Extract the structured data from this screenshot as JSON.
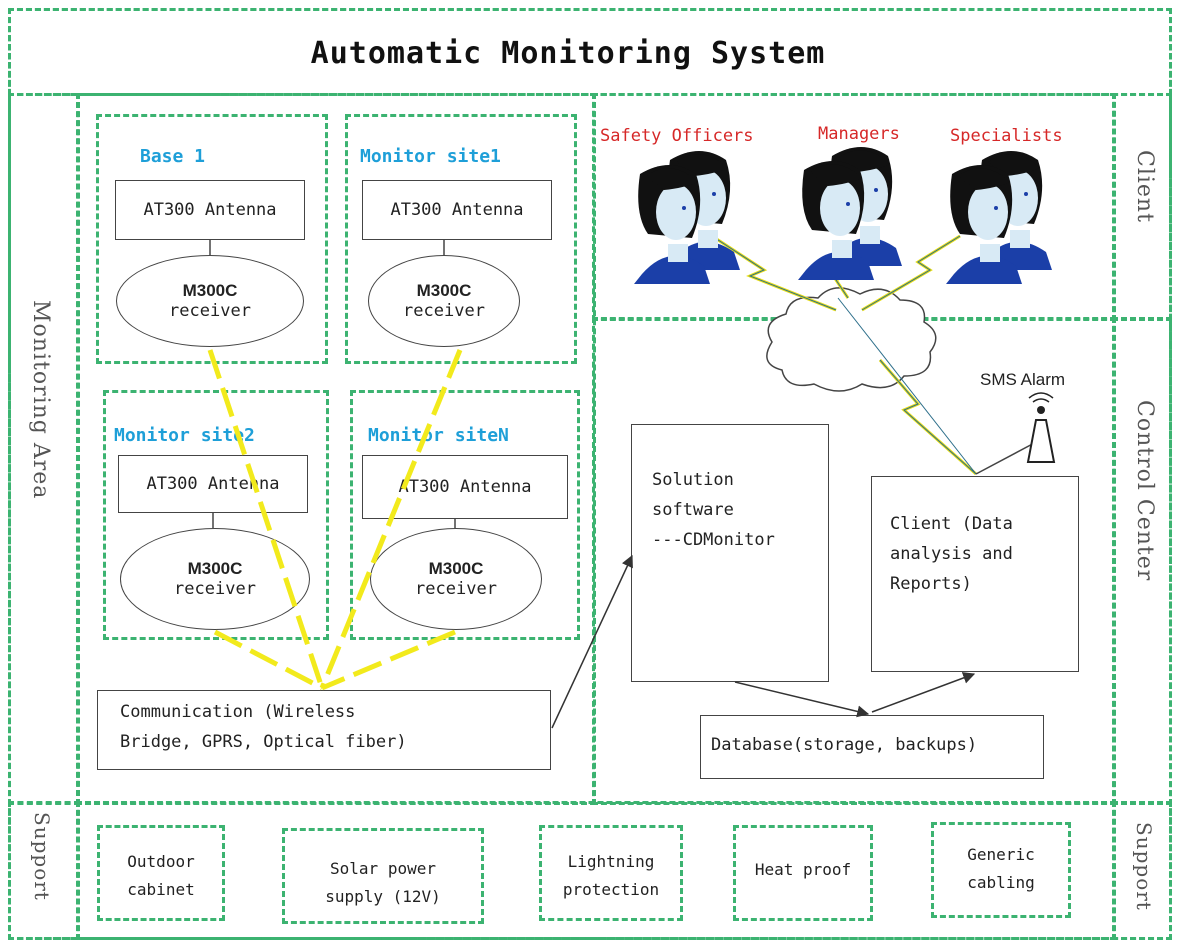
{
  "title": "Automatic Monitoring System",
  "areas": {
    "monitoring": "Monitoring Area",
    "client": "Client",
    "control_center": "Control Center",
    "support_left": "Support",
    "support_right": "Support"
  },
  "sites": [
    {
      "title": "Base 1",
      "antenna": "AT300 Antenna",
      "receiver_model": "M300C",
      "receiver_label": "receiver"
    },
    {
      "title": "Monitor site1",
      "antenna": "AT300 Antenna",
      "receiver_model": "M300C",
      "receiver_label": "receiver"
    },
    {
      "title": "Monitor site2",
      "antenna": "AT300 Antenna",
      "receiver_model": "M300C",
      "receiver_label": "receiver"
    },
    {
      "title": "Monitor siteN",
      "antenna": "AT300 Antenna",
      "receiver_model": "M300C",
      "receiver_label": "receiver"
    }
  ],
  "communication": {
    "line1": "Communication (Wireless",
    "line2": "Bridge, GPRS, Optical fiber)"
  },
  "client_roles": [
    "Safety Officers",
    "Managers",
    "Specialists"
  ],
  "internet": "Internet",
  "sms_alarm": "SMS Alarm",
  "solution": {
    "line1": "Solution",
    "line2": "software",
    "line3": "---CDMonitor"
  },
  "client_app": {
    "line1": "Client (Data",
    "line2": "analysis and",
    "line3": "Reports)"
  },
  "database": "Database(storage, backups)",
  "support_items": [
    {
      "line1": "Outdoor",
      "line2": "cabinet"
    },
    {
      "line1": "Solar power",
      "line2": "supply (12V)"
    },
    {
      "line1": "Lightning",
      "line2": "protection"
    },
    {
      "line1": "Heat proof",
      "line2": ""
    },
    {
      "line1": "Generic",
      "line2": "cabling"
    }
  ]
}
